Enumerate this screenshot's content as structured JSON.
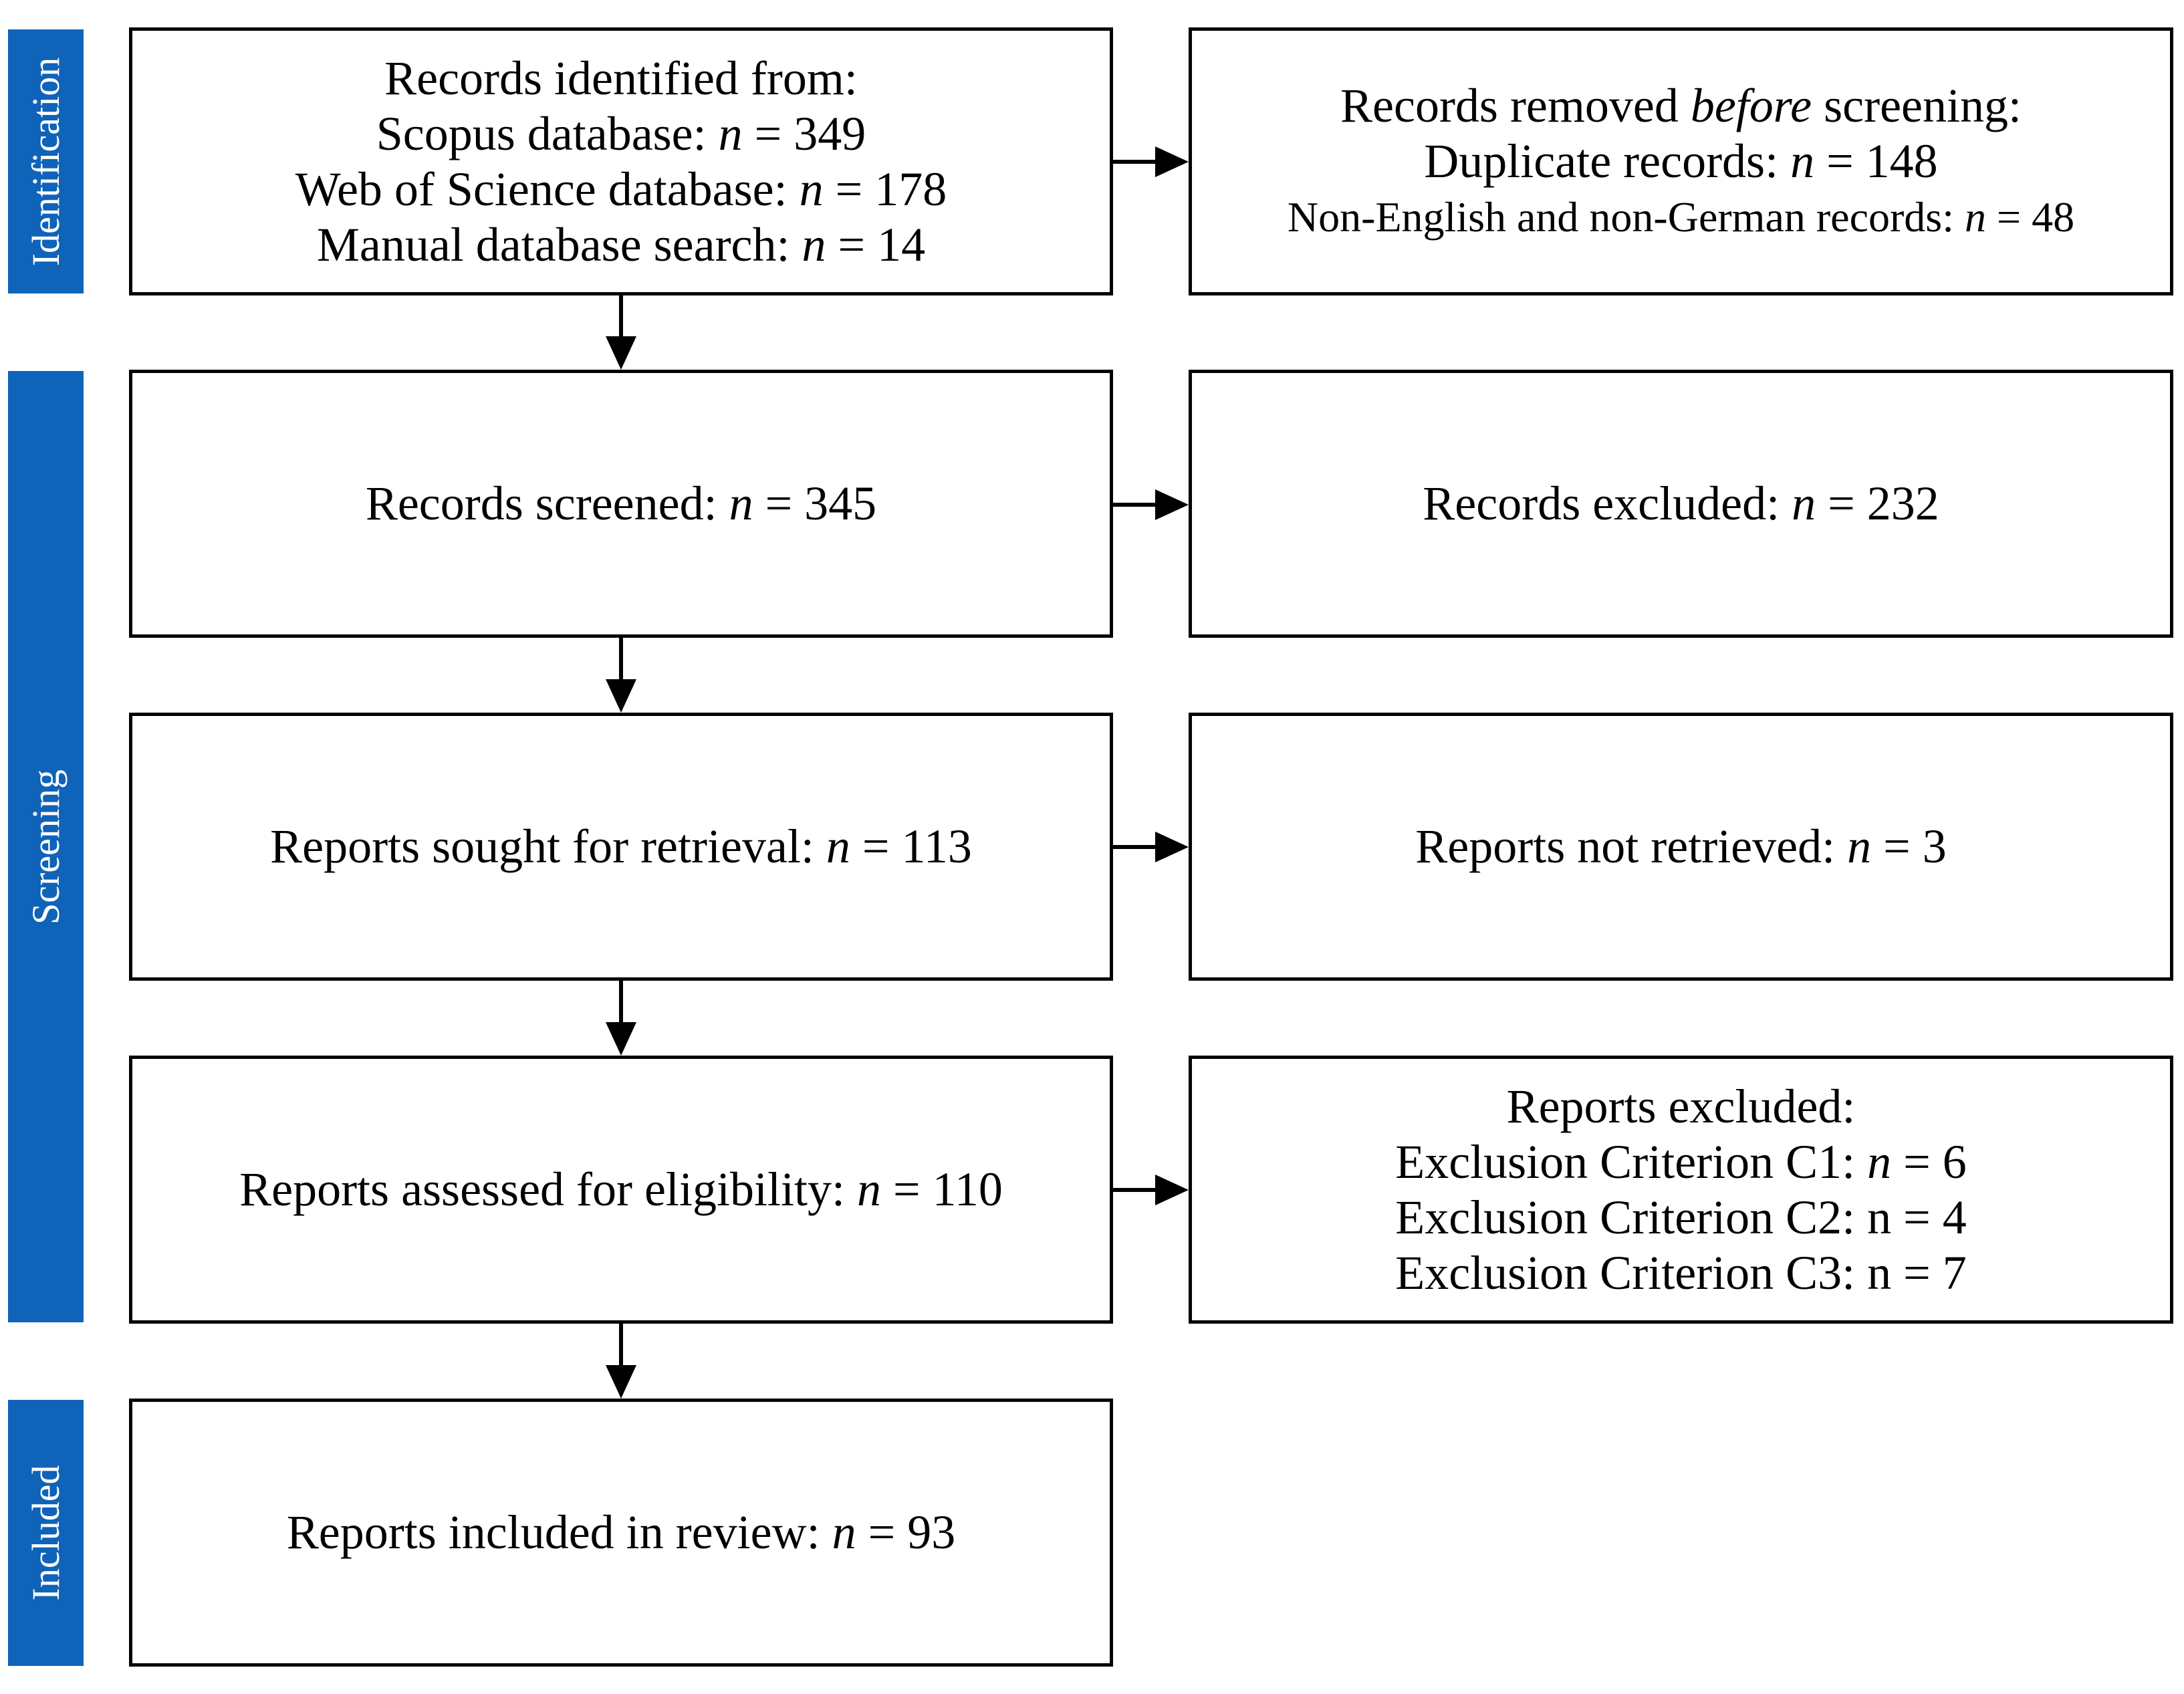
{
  "colors": {
    "phase_bar": "#0f63b8",
    "border": "#000000"
  },
  "phases": [
    {
      "id": "identification",
      "label": "Identification"
    },
    {
      "id": "screening",
      "label": "Screening"
    },
    {
      "id": "included",
      "label": "Included"
    }
  ],
  "boxes": {
    "identified": {
      "lines": [
        {
          "text": "Records identified from:"
        },
        {
          "text": "Scopus database: ",
          "n": "n",
          "value": " = 349"
        },
        {
          "text": "Web of Science database: ",
          "n": "n",
          "value": " = 178"
        },
        {
          "text": "Manual database search: ",
          "n": "n",
          "value": " = 14"
        }
      ]
    },
    "removed": {
      "line1": {
        "pre": "Records removed ",
        "em": "before",
        "post": " screening:"
      },
      "lines": [
        {
          "text": "Duplicate records: ",
          "n": "n",
          "value": " = 148"
        },
        {
          "text": "Non-English and non-German records: ",
          "n": "n",
          "value": " = 48"
        }
      ]
    },
    "screened": {
      "text": "Records screened: ",
      "n": "n",
      "value": " = 345"
    },
    "excluded": {
      "text": "Records excluded: ",
      "n": "n",
      "value": " = 232"
    },
    "sought": {
      "text": "Reports sought for retrieval: ",
      "n": "n",
      "value": " = 113"
    },
    "not_retrieved": {
      "text": "Reports not retrieved: ",
      "n": "n",
      "value": " = 3"
    },
    "assessed": {
      "text": "Reports assessed for eligibility: ",
      "n": "n",
      "value": " = 110"
    },
    "reports_excluded": {
      "title": "Reports excluded:",
      "c1": {
        "text": "Exclusion Criterion C1: ",
        "n": "n",
        "value": " = 6"
      },
      "c2": {
        "text": "Exclusion Criterion C2: n = 4"
      },
      "c3": {
        "text": "Exclusion Criterion C3: n = 7"
      }
    },
    "included": {
      "text": "Reports included in review: ",
      "n": "n",
      "value": " = 93"
    }
  }
}
